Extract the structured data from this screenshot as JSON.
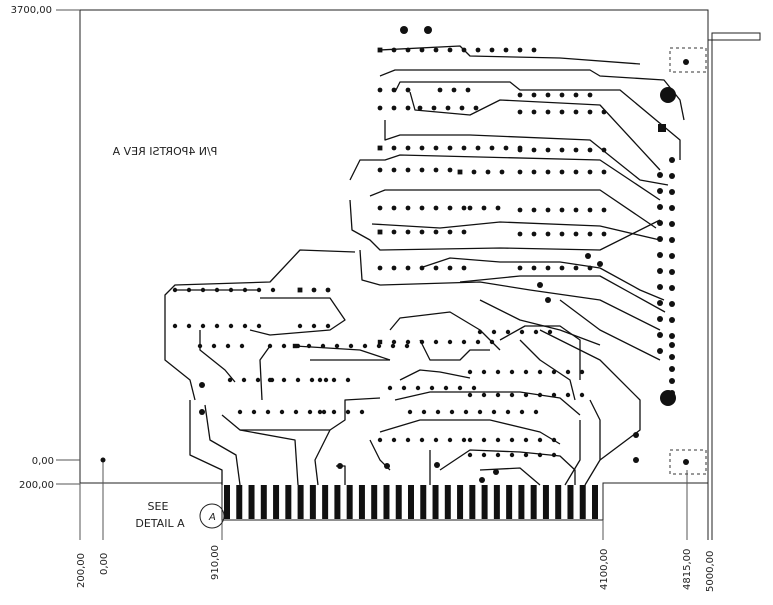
{
  "drawing": {
    "part_number": "P/N 4PORTSI REV A",
    "callout_line1": "SEE",
    "callout_line2": "DETAIL A",
    "callout_symbol": "A",
    "dim_left": [
      {
        "label": "3700,00"
      },
      {
        "label": "0,00"
      },
      {
        "label": "200,00"
      }
    ],
    "dim_bottom": [
      {
        "label": "200,00"
      },
      {
        "label": "0,00"
      },
      {
        "label": "910,00"
      },
      {
        "label": "4100,00"
      },
      {
        "label": "4815,00"
      },
      {
        "label": "5000,00"
      }
    ],
    "edge_finger_count": 31,
    "colors": {
      "ink": "#111111",
      "dim_line": "#555555",
      "background": "#ffffff"
    }
  }
}
